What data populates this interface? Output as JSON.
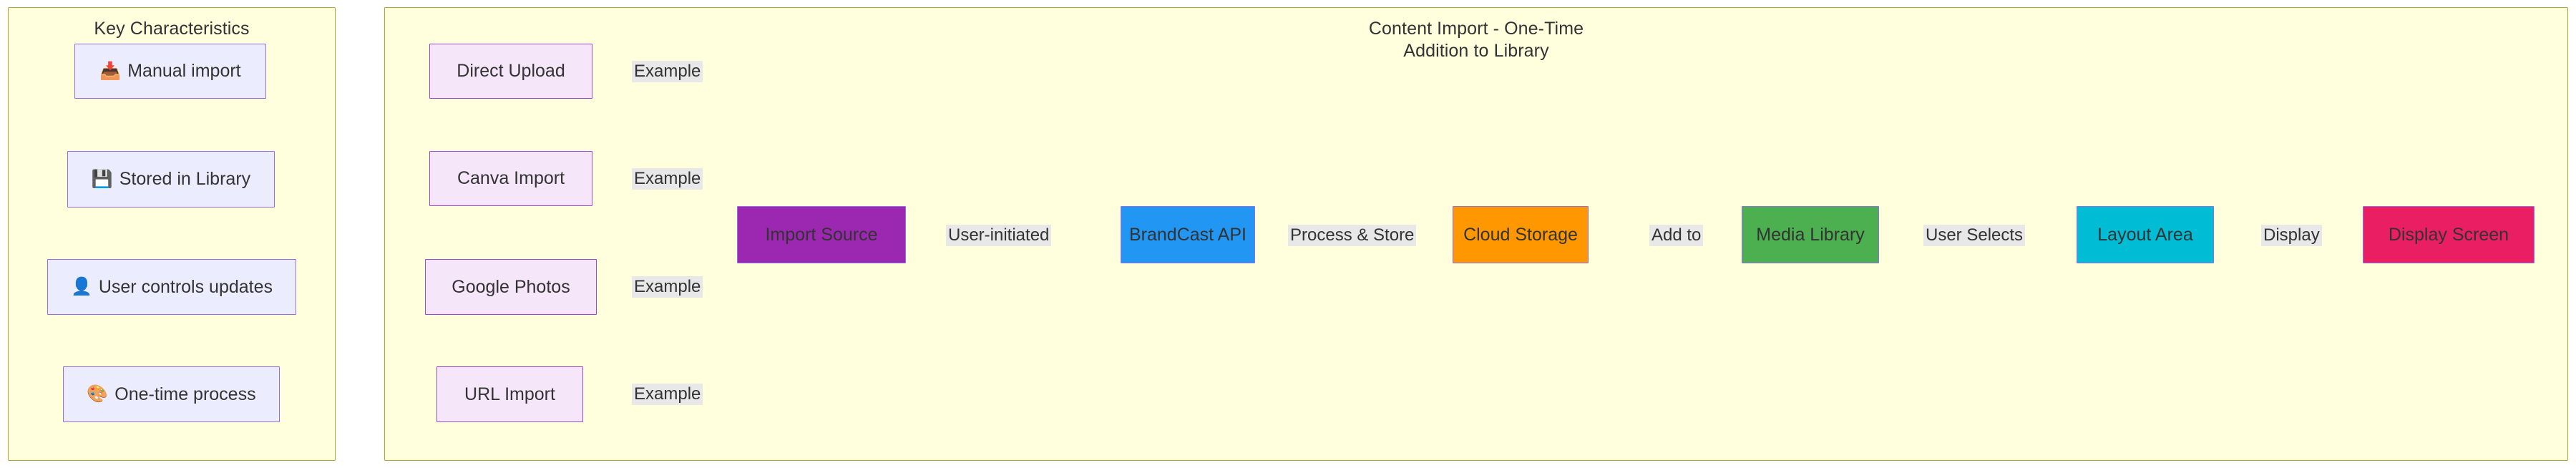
{
  "diagram": {
    "type": "flowchart",
    "direction": "left-to-right"
  },
  "key_panel": {
    "title": "Key Characteristics",
    "items": [
      {
        "icon": "inbox-tray-icon",
        "glyph": "📥",
        "label": "Manual import"
      },
      {
        "icon": "floppy-disk-icon",
        "glyph": "💾",
        "label": "Stored in Library"
      },
      {
        "icon": "user-silhouette-icon",
        "glyph": "👤",
        "label": "User controls updates"
      },
      {
        "icon": "artist-palette-icon",
        "glyph": "🎨",
        "label": "One-time process"
      }
    ]
  },
  "flow_panel": {
    "title_line_1": "Content Import - One-Time",
    "title_line_2": "Addition to Library",
    "source_nodes": [
      {
        "id": "direct-upload",
        "label": "Direct Upload"
      },
      {
        "id": "canva-import",
        "label": "Canva Import"
      },
      {
        "id": "google-photos",
        "label": "Google Photos"
      },
      {
        "id": "url-import",
        "label": "URL Import"
      }
    ],
    "source_edge_labels": [
      "Example",
      "Example",
      "Example",
      "Example"
    ],
    "pipeline_nodes": [
      {
        "id": "import-source",
        "label": "Import Source",
        "color": "#9c27b0"
      },
      {
        "id": "brandcast-api",
        "label": "BrandCast API",
        "color": "#2196f3"
      },
      {
        "id": "cloud-storage",
        "label": "Cloud Storage",
        "color": "#ff9800"
      },
      {
        "id": "media-library",
        "label": "Media Library",
        "color": "#4caf50"
      },
      {
        "id": "layout-area",
        "label": "Layout Area",
        "color": "#00bcd4"
      },
      {
        "id": "display-screen",
        "label": "Display Screen",
        "color": "#e91e63"
      }
    ],
    "pipeline_edge_labels": [
      "User-initiated",
      "Process & Store",
      "Add to",
      "User Selects",
      "Display"
    ]
  },
  "colors": {
    "panel_background": "#ffffde",
    "panel_border": "#aaaa33",
    "characteristic_fill": "#ececff",
    "characteristic_border": "#9370db",
    "source_fill": "#f5e6fa",
    "source_border": "#9a4bd6",
    "edge_label_background": "#e8e8e8",
    "edge_stroke": "#333333",
    "text": "#333333"
  }
}
